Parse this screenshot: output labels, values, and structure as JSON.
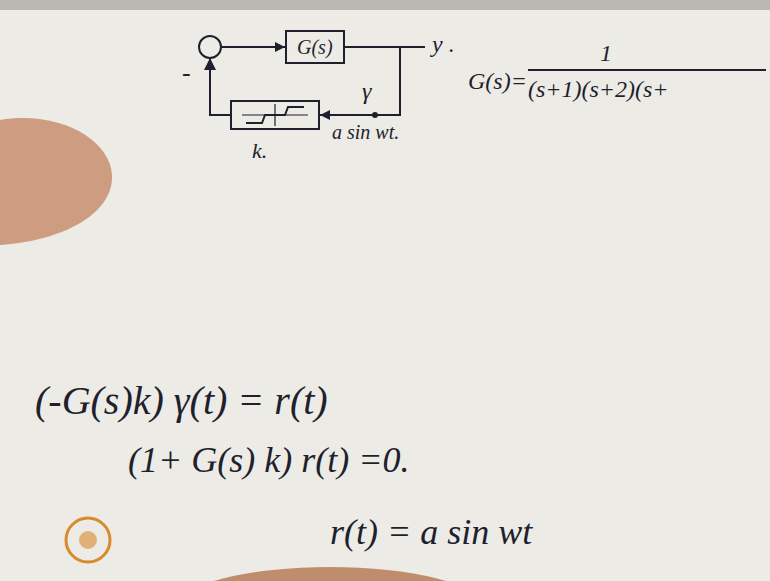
{
  "diagram": {
    "nodes": [
      {
        "text": [
          "G(s)"
        ]
      },
      {
        "text": [
          "k."
        ]
      }
    ],
    "edges": [
      {
        "from": 0,
        "to": 1,
        "arrow": "to"
      },
      {
        "from": 1,
        "to": 0,
        "arrow": "to"
      }
    ],
    "labels": [
      "-",
      "y .",
      "γ",
      "a sin wt.",
      "G(s)=",
      "1",
      "(s+1)(s+2)(s+",
      "(-G(s)k) γ(t) = r(t)",
      "(1+ G(s) k) r(t) =0.",
      "r(t) = a sin wt"
    ]
  }
}
